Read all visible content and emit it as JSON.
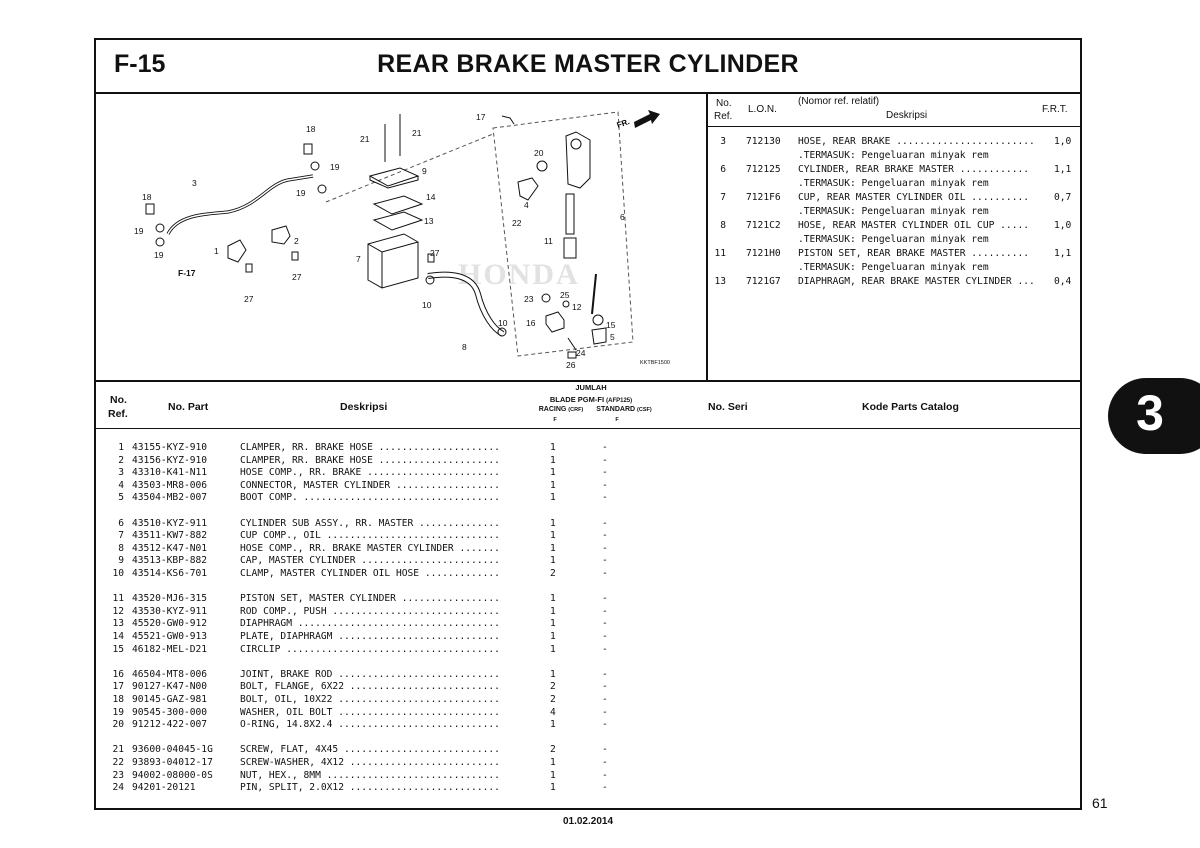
{
  "header": {
    "code": "F-15",
    "title": "REAR BRAKE MASTER CYLINDER"
  },
  "diagram": {
    "callouts": [
      "17",
      "21",
      "21",
      "18",
      "20",
      "9",
      "19",
      "19",
      "3",
      "14",
      "18",
      "4",
      "22",
      "13",
      "6",
      "19",
      "11",
      "2",
      "1",
      "27",
      "19",
      "7",
      "F-17",
      "27",
      "27",
      "23",
      "25",
      "12",
      "10",
      "10",
      "16",
      "15",
      "5",
      "8",
      "24",
      "26"
    ],
    "watermark": "HONDA",
    "direction": "FR.",
    "ref_code": "KKTBF1500"
  },
  "lon_table": {
    "headers": {
      "no_ref_1": "No.",
      "no_ref_2": "Ref.",
      "lon": "L.O.N.",
      "nomor": "(Nomor ref. relatif)",
      "deskripsi": "Deskripsi",
      "frt": "F.R.T."
    },
    "rows": [
      {
        "ref": "3",
        "lon": "712130",
        "desc": "HOSE, REAR BRAKE ........................",
        "frt": "1,0",
        "note": ".TERMASUK: Pengeluaran minyak rem"
      },
      {
        "ref": "6",
        "lon": "712125",
        "desc": "CYLINDER, REAR BRAKE MASTER ............",
        "frt": "1,1",
        "note": ".TERMASUK: Pengeluaran minyak rem"
      },
      {
        "ref": "7",
        "lon": "7121F6",
        "desc": "CUP, REAR MASTER CYLINDER OIL ..........",
        "frt": "0,7",
        "note": ".TERMASUK: Pengeluaran minyak rem"
      },
      {
        "ref": "8",
        "lon": "7121C2",
        "desc": "HOSE, REAR MASTER CYLINDER OIL CUP .....",
        "frt": "1,0",
        "note": ".TERMASUK: Pengeluaran minyak rem"
      },
      {
        "ref": "11",
        "lon": "7121H0",
        "desc": "PISTON SET, REAR BRAKE MASTER ..........",
        "frt": "1,1",
        "note": ".TERMASUK: Pengeluaran minyak rem"
      },
      {
        "ref": "13",
        "lon": "7121G7",
        "desc": "DIAPHRAGM, REAR BRAKE MASTER CYLINDER ...",
        "frt": "0,4",
        "note": ""
      }
    ]
  },
  "parts_table": {
    "headers": {
      "no_ref_1": "No.",
      "no_ref_2": "Ref.",
      "no_part": "No. Part",
      "deskripsi": "Deskripsi",
      "jumlah": "JUMLAH",
      "model": "BLADE PGM-FI",
      "model_code": "(AFP125)",
      "racing": "RACING",
      "racing_code": "(CRF)",
      "standard": "STANDARD",
      "standard_code": "(CSF)",
      "racing_sub": "F",
      "standard_sub": "F",
      "no_seri": "No. Seri",
      "kode": "Kode Parts Catalog"
    },
    "rows": [
      {
        "ref": "1",
        "part": "43155-KYZ-910",
        "desc": "CLAMPER, RR. BRAKE HOSE .....................",
        "racing": "1",
        "standard": "-"
      },
      {
        "ref": "2",
        "part": "43156-KYZ-910",
        "desc": "CLAMPER, RR. BRAKE HOSE .....................",
        "racing": "1",
        "standard": "-"
      },
      {
        "ref": "3",
        "part": "43310-K41-N11",
        "desc": "HOSE COMP., RR. BRAKE .......................",
        "racing": "1",
        "standard": "-"
      },
      {
        "ref": "4",
        "part": "43503-MR8-006",
        "desc": "CONNECTOR, MASTER CYLINDER ..................",
        "racing": "1",
        "standard": "-"
      },
      {
        "ref": "5",
        "part": "43504-MB2-007",
        "desc": "BOOT COMP. ..................................",
        "racing": "1",
        "standard": "-"
      },
      {
        "ref": "6",
        "part": "43510-KYZ-911",
        "desc": "CYLINDER SUB ASSY., RR. MASTER ..............",
        "racing": "1",
        "standard": "-"
      },
      {
        "ref": "7",
        "part": "43511-KW7-882",
        "desc": "CUP COMP., OIL ..............................",
        "racing": "1",
        "standard": "-"
      },
      {
        "ref": "8",
        "part": "43512-K47-N01",
        "desc": "HOSE COMP., RR. BRAKE MASTER CYLINDER .......",
        "racing": "1",
        "standard": "-"
      },
      {
        "ref": "9",
        "part": "43513-KBP-882",
        "desc": "CAP, MASTER CYLINDER ........................",
        "racing": "1",
        "standard": "-"
      },
      {
        "ref": "10",
        "part": "43514-KS6-701",
        "desc": "CLAMP, MASTER CYLINDER OIL HOSE .............",
        "racing": "2",
        "standard": "-"
      },
      {
        "ref": "11",
        "part": "43520-MJ6-315",
        "desc": "PISTON SET, MASTER CYLINDER .................",
        "racing": "1",
        "standard": "-"
      },
      {
        "ref": "12",
        "part": "43530-KYZ-911",
        "desc": "ROD COMP., PUSH .............................",
        "racing": "1",
        "standard": "-"
      },
      {
        "ref": "13",
        "part": "45520-GW0-912",
        "desc": "DIAPHRAGM ...................................",
        "racing": "1",
        "standard": "-"
      },
      {
        "ref": "14",
        "part": "45521-GW0-913",
        "desc": "PLATE, DIAPHRAGM ............................",
        "racing": "1",
        "standard": "-"
      },
      {
        "ref": "15",
        "part": "46182-MEL-D21",
        "desc": "CIRCLIP .....................................",
        "racing": "1",
        "standard": "-"
      },
      {
        "ref": "16",
        "part": "46504-MT8-006",
        "desc": "JOINT, BRAKE ROD ............................",
        "racing": "1",
        "standard": "-"
      },
      {
        "ref": "17",
        "part": "90127-K47-N00",
        "desc": "BOLT, FLANGE, 6X22 ..........................",
        "racing": "2",
        "standard": "-"
      },
      {
        "ref": "18",
        "part": "90145-GAZ-981",
        "desc": "BOLT, OIL, 10X22 ............................",
        "racing": "2",
        "standard": "-"
      },
      {
        "ref": "19",
        "part": "90545-300-000",
        "desc": "WASHER, OIL BOLT ............................",
        "racing": "4",
        "standard": "-"
      },
      {
        "ref": "20",
        "part": "91212-422-007",
        "desc": "O-RING, 14.8X2.4 ............................",
        "racing": "1",
        "standard": "-"
      },
      {
        "ref": "21",
        "part": "93600-04045-1G",
        "desc": "SCREW, FLAT, 4X45 ...........................",
        "racing": "2",
        "standard": "-"
      },
      {
        "ref": "22",
        "part": "93893-04012-17",
        "desc": "SCREW-WASHER, 4X12 ..........................",
        "racing": "1",
        "standard": "-"
      },
      {
        "ref": "23",
        "part": "94002-08000-0S",
        "desc": "NUT, HEX., 8MM ..............................",
        "racing": "1",
        "standard": "-"
      },
      {
        "ref": "24",
        "part": "94201-20121",
        "desc": "PIN, SPLIT, 2.0X12 ..........................",
        "racing": "1",
        "standard": "-"
      }
    ]
  },
  "section_tab": "3",
  "page_number": "61",
  "footer_date": "01.02.2014"
}
